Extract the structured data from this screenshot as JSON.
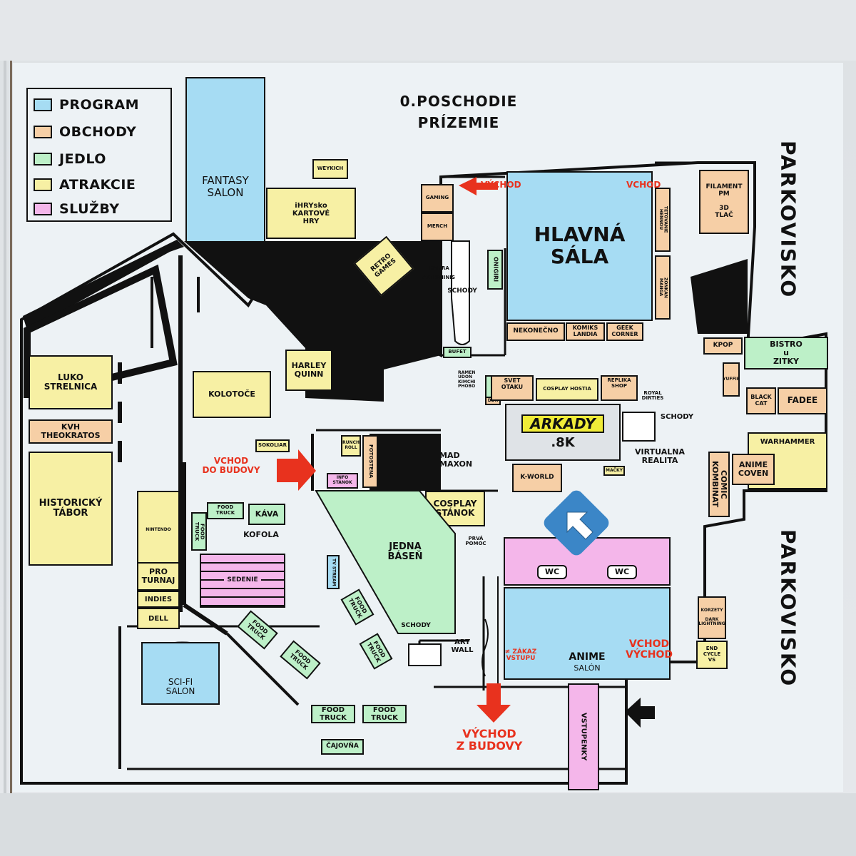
{
  "floor": {
    "line1": "0.POSCHODIE",
    "line2": "PRÍZEMIE"
  },
  "legend": [
    {
      "label": "PROGRAM",
      "color": "#a6dcf3"
    },
    {
      "label": "OBCHODY",
      "color": "#f6cfa6"
    },
    {
      "label": "JEDLO",
      "color": "#bdf0c8"
    },
    {
      "label": "ATRAKCIE",
      "color": "#f7f0a4"
    },
    {
      "label": "SLUŽBY",
      "color": "#f4b6ea"
    }
  ],
  "parking": {
    "north": "PARKOVISKO",
    "south": "PARKOVISKO"
  },
  "rooms": {
    "fantasy": "FANTASY\nSALON",
    "weykich": "WEYKICH",
    "ihrysko": "iHRYsko\nKARTOVÉ\nHRY",
    "retro": "RETRO\nGAMES",
    "gaming": "GAMING",
    "merch": "MERCH",
    "hydra": "HYDRA",
    "artisminis": "ARTISMINIS",
    "onigiri": "ONIGIRI",
    "schody_top": "SCHODY",
    "bufet": "BUFET",
    "hlavna": "HLAVNÁ\nSÁLA",
    "tetovanie": "TETOVANIE\nHENNOU",
    "zonkan": "ZONKAN\nMANGA",
    "nekonecno": "NEKONEČNO",
    "komiks": "KOMIKS\nLANDIA",
    "geek": "GEEK\nCORNER",
    "filament": "FILAMENT\nPM\n\n3D\nTLAČ",
    "kpop": "KPOP",
    "bistro": "BISTRO\nu\nZITKY",
    "yuffie": "YUFFIE",
    "blackcat": "BLACK\nCAT",
    "fadee": "FADEE",
    "warhammer": "WARHAMMER",
    "comic": "COMIC\nKOMBINAT",
    "animecoven": "ANIME\nCOVEN",
    "ramen": "RAMEN\nUDON\nKIMCHI\nPHOBO",
    "ddr": "DDR",
    "svet": "SVET\nOTAKU",
    "cosplayhostia": "COSPLAY HOSTIA",
    "replika": "REPLIKA\nSHOP",
    "royal": "ROYAL\nDIRTIES",
    "schody_mid": "SCHODY",
    "arkady": "ARKADY",
    "arkady_sub": ".8K",
    "virtualna": "VIRTUALNA\nREALITA",
    "macky": "MAČKY",
    "kworld": "K-WORLD",
    "madmaxon": "MAD\nMAXON",
    "cosplaystanok": "COSPLAY\nSTÁNOK",
    "prva": "PRVÁ\nPOMOC",
    "wc": "WC",
    "wc2": "WC",
    "korzety": "KORZETY",
    "darklightning": "DARK\nLIGHTNING",
    "endcycle": "END\nCYCLE\nVS",
    "anime": "ANIME",
    "salon": "SALÓN",
    "vchod_vychod": "VCHOD\nVÝCHOD",
    "zakaz": "≠ ZÁKAZ\nVSTUPU",
    "vstupenky": "VSTUPENKY",
    "jedna": "JEDNA\nBÁSEŇ",
    "schody_low": "SCHODY",
    "artwall": "ART\nWALL",
    "tvstream": "TV STREAM",
    "fotostena": "FOTOSTENA",
    "crunchy": "CRUNCHY\nROLL",
    "info": "INFO\nSTÁNOK",
    "sokoliar": "SOKOLIAR",
    "harley": "HARLEY\nQUINN",
    "kolotoce": "KOLOTOČE",
    "luko": "LUKO\nSTRELNICA",
    "kvh": "KVH\nTHEOKRATOS",
    "historicky": "HISTORICKÝ\nTÁBOR",
    "nintendo": "NINTENDO",
    "proturnaj": "PRO\nTURNAJ",
    "indies": "INDIES",
    "dell": "DELL",
    "scifi": "SCI-FI\nSALON",
    "kava": "KÁVA",
    "kofola": "KOFOLA",
    "sedenie": "SEDENIE",
    "foodtruck": "FOOD\nTRUCK",
    "cajovna": "ČAJOVŇA"
  },
  "arrows": {
    "vychod_top": "VÝCHOD",
    "vchod_top": "VCHOD",
    "vchod_budovy": "VCHOD\nDO BUDOVY",
    "vychod_budovy": "VÝCHOD\nZ BUDOVY"
  }
}
